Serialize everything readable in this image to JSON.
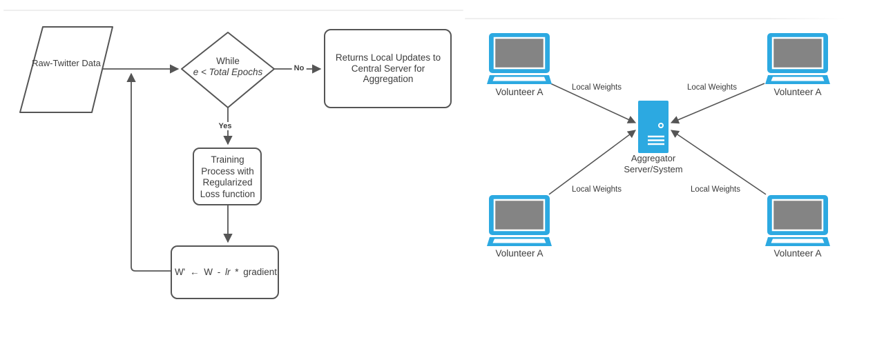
{
  "flowchart": {
    "data_node_label": "Raw-Twitter Data",
    "decision_line1": "While",
    "decision_line2": "e < Total Epochs",
    "no_label": "No",
    "yes_label": "Yes",
    "return_node_label": "Returns Local Updates to Central Server for Aggregation",
    "training_node_label": "Training Process with Regularized Loss function",
    "update_formula_prefix": "W' ← W - ",
    "update_formula_italic": "lr",
    "update_formula_suffix": " * gradient"
  },
  "network": {
    "server_label": "Aggregator Server/System",
    "volunteers": [
      {
        "label": "Volunteer A"
      },
      {
        "label": "Volunteer A"
      },
      {
        "label": "Volunteer A"
      },
      {
        "label": "Volunteer A"
      }
    ],
    "edges": [
      {
        "label": "Local Weights"
      },
      {
        "label": "Local Weights"
      },
      {
        "label": "Local Weights"
      },
      {
        "label": "Local Weights"
      }
    ]
  },
  "colors": {
    "device_blue": "#2CA9E1",
    "screen_gray": "#848484",
    "line_gray": "#555555"
  }
}
